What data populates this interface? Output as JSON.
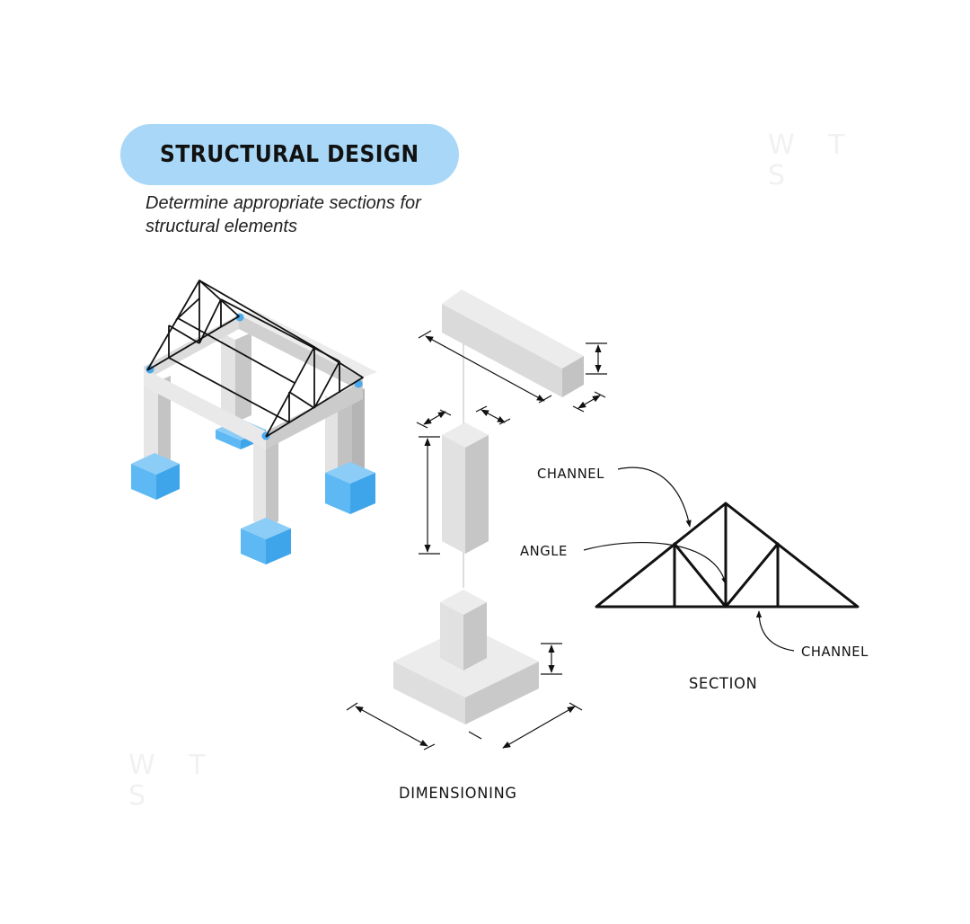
{
  "header": {
    "title": "STRUCTURAL DESIGN",
    "subtitle_line1": "Determine appropriate sections for",
    "subtitle_line2": "structural elements"
  },
  "labels": {
    "channel_top": "CHANNEL",
    "angle": "ANGLE",
    "channel_bottom": "CHANNEL",
    "section": "SECTION",
    "dimensioning": "DIMENSIONING"
  },
  "watermark": {
    "line1": "W T",
    "line2": "S"
  },
  "colors": {
    "pill": "#a9d7f7",
    "footing_blue": "#5db8f3",
    "concrete_light": "#e6e6e6",
    "concrete_mid": "#d2d2d2",
    "concrete_dark": "#bdbdbd",
    "line": "#111111"
  },
  "icons": [
    "structural-frame-illustration",
    "beam-block",
    "column-block",
    "footing-block",
    "truss-section",
    "dimension-arrows"
  ]
}
